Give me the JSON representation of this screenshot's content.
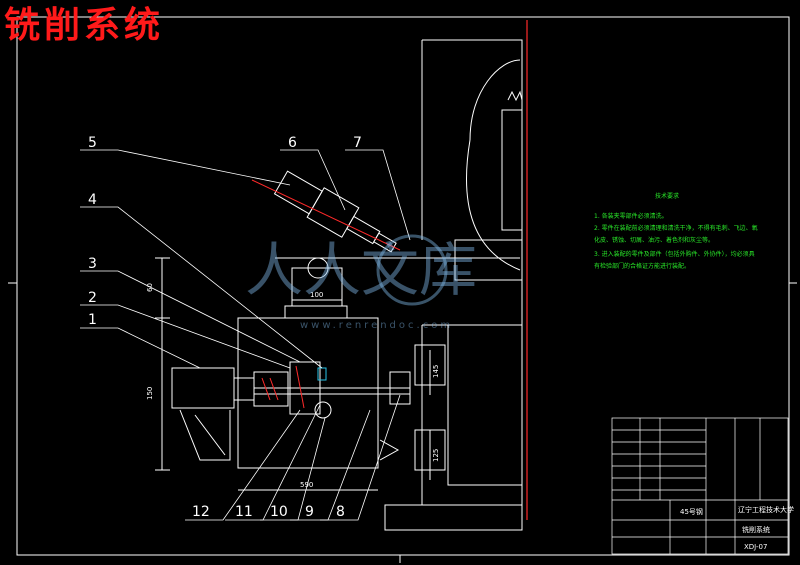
{
  "title": "铣削系统",
  "part_labels": [
    "1",
    "2",
    "3",
    "4",
    "5",
    "6",
    "7",
    "8",
    "9",
    "10",
    "11",
    "12"
  ],
  "dimensions": {
    "d1": "100",
    "d2": "60",
    "d3": "150",
    "d4": "590",
    "d5": "145",
    "d6": "125"
  },
  "tech_requirements": {
    "heading": "技术要求",
    "lines": [
      "1. 各装夹零部件必须清洗。",
      "2. 零件在装配前必须清理和清洗干净，不得有毛刺、飞边、氧",
      "化皮、锈蚀、切屑、油污、着色剂和灰尘等。",
      "3. 进入装配的零件及部件（包括外购件、外协件），均必须具",
      "有检验部门的合格证方能进行装配。"
    ]
  },
  "title_block": {
    "material": "45号钢",
    "org": "辽宁工程技术大学",
    "name": "铣削系统",
    "code": "XDJ-07"
  },
  "watermark": {
    "main": "人人文库",
    "sub": "www.renrendoc.com"
  },
  "colors": {
    "line": "#ffffff",
    "accent_red": "#ff2a2a",
    "tech_green": "#29e829"
  }
}
